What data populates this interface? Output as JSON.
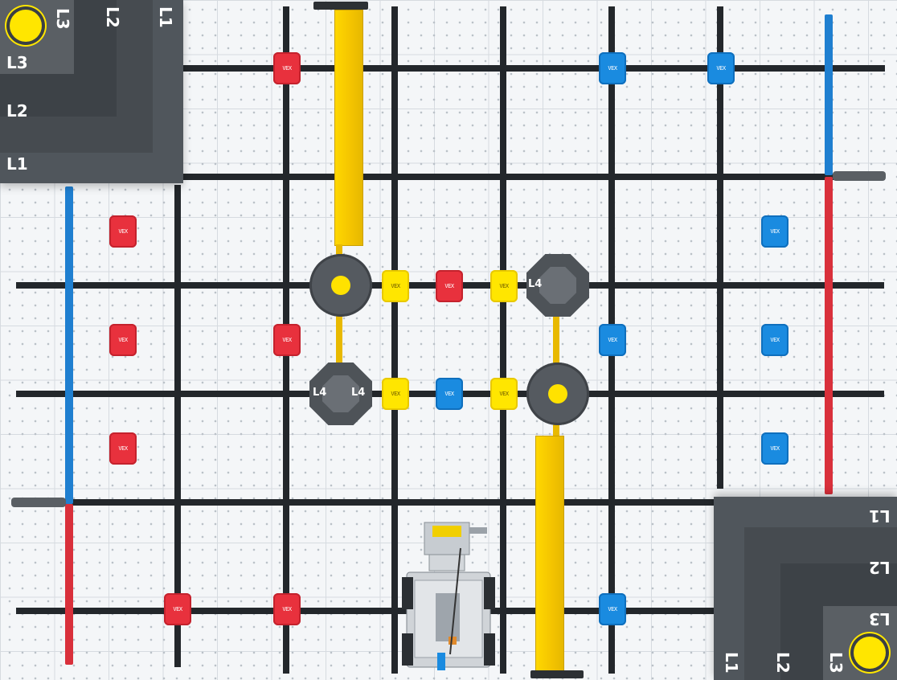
{
  "field": {
    "name": "game-field",
    "colors": {
      "red": "#e8313d",
      "blue": "#1a8be0",
      "yellow": "#ffe600",
      "line": "#23272b",
      "tile": "#f4f6f8"
    }
  },
  "corners": {
    "top_left": {
      "labels": [
        "L1",
        "L2",
        "L3",
        "L1",
        "L2",
        "L3"
      ]
    },
    "bottom_right": {
      "labels": [
        "L1",
        "L2",
        "L3",
        "L1",
        "L2",
        "L3"
      ]
    }
  },
  "platforms": {
    "level_label": "L4"
  },
  "cube_label": "VEX",
  "robot": {
    "name": "vex-robot"
  }
}
